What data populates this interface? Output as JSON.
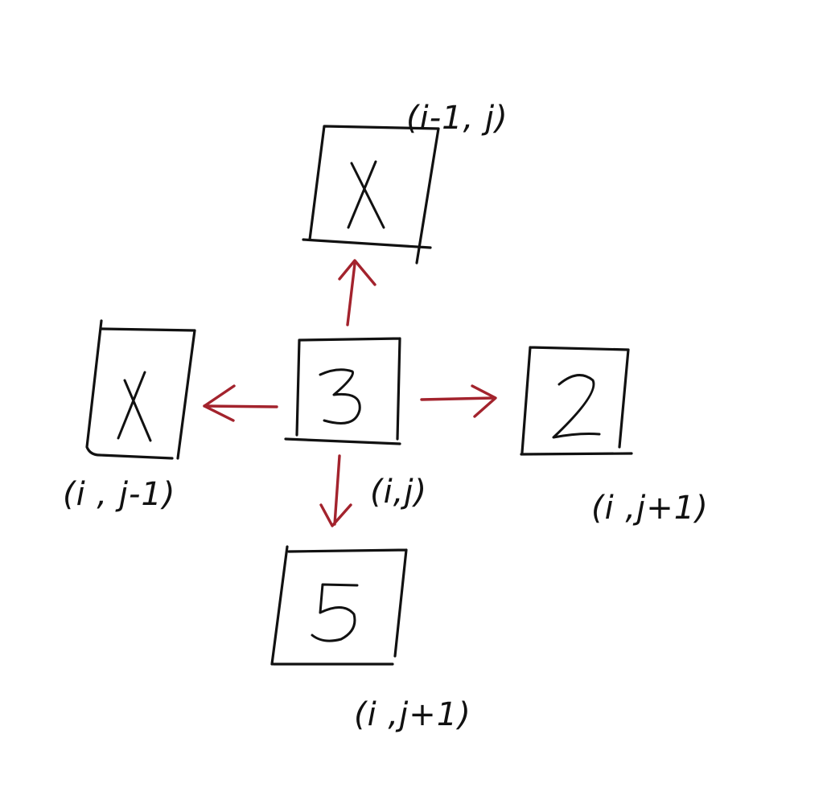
{
  "colors": {
    "ink": "#111111",
    "arrow": "#a3232d",
    "background": "#ffffff"
  },
  "cells": {
    "top": {
      "value": "X",
      "coord": "(i-1, j)"
    },
    "left": {
      "value": "X",
      "coord": "(i , j-1)"
    },
    "center": {
      "value": "3",
      "coord": "(i,j)"
    },
    "right": {
      "value": "2",
      "coord": "(i ,j+1)"
    },
    "bottom": {
      "value": "5",
      "coord": "(i ,j+1)"
    }
  },
  "arrows": [
    {
      "from": "center",
      "to": "top"
    },
    {
      "from": "center",
      "to": "left"
    },
    {
      "from": "center",
      "to": "right"
    },
    {
      "from": "center",
      "to": "bottom"
    }
  ]
}
